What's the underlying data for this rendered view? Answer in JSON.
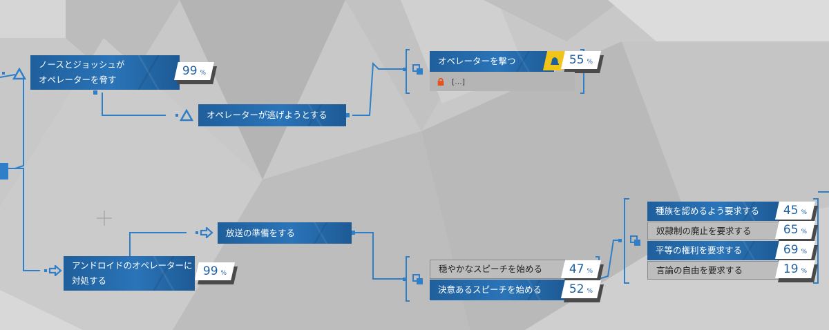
{
  "nodes": {
    "north_josh": {
      "line1": "ノースとジョッシュが",
      "line2": "オペレーターを脅す",
      "percent": "99"
    },
    "operator_flee": {
      "label": "オペレーターが逃げようとする"
    },
    "shoot_operator": {
      "label": "オペレーターを撃つ",
      "percent": "55",
      "locked_label": "[...]"
    },
    "deal_android": {
      "line1": "アンドロイドのオペレーターに",
      "line2": "対処する",
      "percent": "99"
    },
    "prepare_broadcast": {
      "label": "放送の準備をする"
    },
    "calm_speech": {
      "label": "穏やかなスピーチを始める",
      "percent": "47"
    },
    "resolute_speech": {
      "label": "決意あるスピーチを始める",
      "percent": "52"
    },
    "demands": [
      {
        "label": "種族を認めるよう要求する",
        "percent": "45"
      },
      {
        "label": "奴隷制の廃止を要求する",
        "percent": "65"
      },
      {
        "label": "平等の権利を要求する",
        "percent": "69"
      },
      {
        "label": "言論の自由を要求する",
        "percent": "19"
      }
    ]
  },
  "percent_symbol": "%",
  "colors": {
    "node_blue": "#2a74b8",
    "line_blue": "#2f7fc8",
    "lock_orange": "#e0531c",
    "highlight_yellow": "#f0c419",
    "background": "#c9c9c9"
  },
  "icons": [
    "triangle-icon",
    "arrow-icon",
    "square-icon",
    "lock-icon",
    "bell-icon"
  ]
}
